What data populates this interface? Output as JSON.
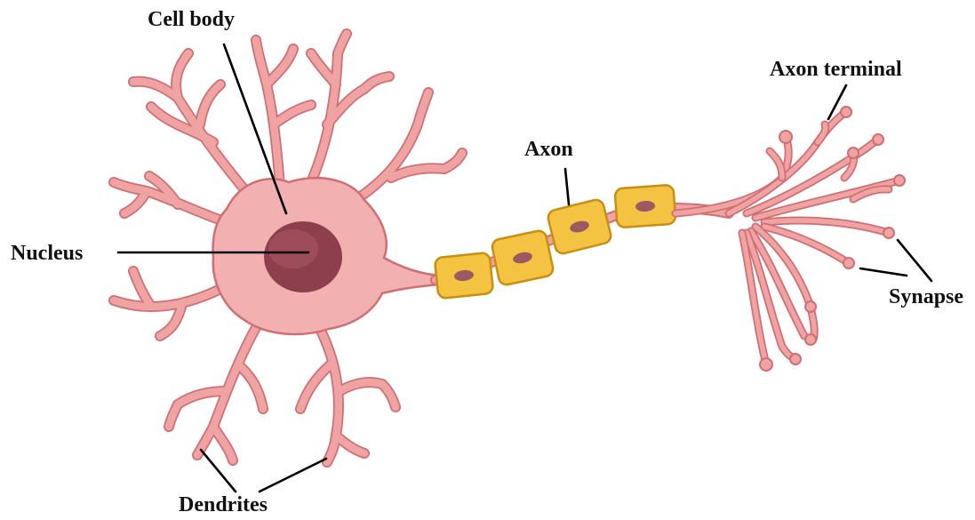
{
  "labels": {
    "cell_body": "Cell body",
    "nucleus": "Nucleus",
    "axon": "Axon",
    "axon_terminal": "Axon terminal",
    "synapse": "Synapse",
    "dendrites": "Dendrites"
  },
  "colors": {
    "neuron_fill": "#f0a3a3",
    "neuron_outline": "#cf6f74",
    "soma_fill": "#f3b0b0",
    "nucleus_outer": "#8e3f4d",
    "nucleus_inner": "#a04e5c",
    "myelin_fill": "#f5c342",
    "myelin_outline": "#c88f12",
    "myelin_nucleus": "#9b5a62",
    "leader_line": "#000000"
  }
}
